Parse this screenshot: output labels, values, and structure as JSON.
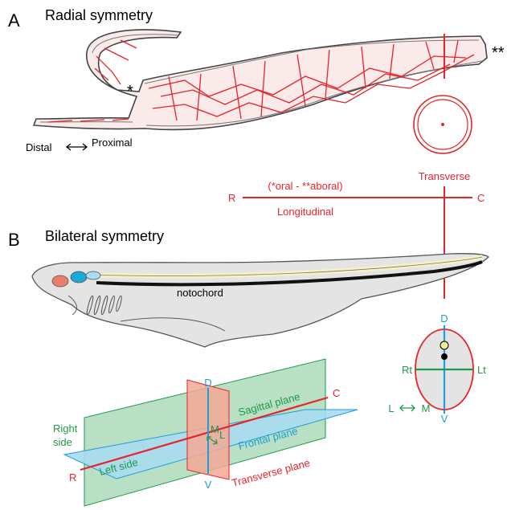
{
  "panel_a": {
    "letter": "A",
    "title": "Radial symmetry",
    "marker_oral": "*",
    "marker_aboral": "**",
    "axis_distal": "Distal",
    "axis_proximal": "Proximal"
  },
  "axis_labels": {
    "transverse": "Transverse",
    "oral_aboral": "(*oral - **aboral)",
    "longitudinal": "Longitudinal",
    "rostral": "R",
    "caudal": "C"
  },
  "panel_b": {
    "letter": "B",
    "title": "Bilateral symmetry",
    "notochord": "notochord"
  },
  "cross_section": {
    "dorsal": "D",
    "ventral": "V",
    "right": "Rt",
    "left": "Lt",
    "lateral": "L",
    "medial": "M"
  },
  "planes": {
    "right_side": [
      "Right",
      "side"
    ],
    "left_side": "Left side",
    "sagittal": "Sagittal plane",
    "frontal": "Frontal plane",
    "transverse": "Transverse plane",
    "rostral": "R",
    "caudal": "C",
    "dorsal": "D",
    "ventral": "V",
    "medial": "M",
    "lateral": "L"
  },
  "colors": {
    "red": "#e8232a",
    "blue": "#1a9fd8",
    "green": "#1f9a48",
    "plane_green": "#b9dfc4",
    "plane_blue": "#a9dcf1",
    "plane_red": "#f4a996",
    "body_gray": "#e4e4e4"
  }
}
